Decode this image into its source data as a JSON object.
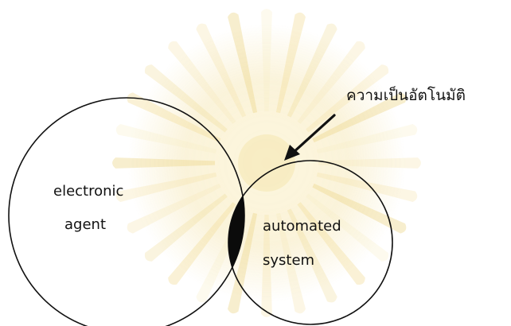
{
  "diagram": {
    "labels": {
      "left_line1": "electronic",
      "left_line2": "agent",
      "right_line1": "automated",
      "right_line2": "system",
      "callout": "ความเป็นอัตโนมัติ"
    },
    "colors": {
      "background": "#ffffff",
      "stroke": "#111111",
      "intersection_fill": "#0b0b0b",
      "watermark_light": "#f6e8b8",
      "watermark_mid": "#f0d98c",
      "watermark_dark": "#e9cf78"
    },
    "icons": {
      "watermark": "seal-watermark-icon",
      "arrow": "arrow-down-left-icon"
    }
  }
}
